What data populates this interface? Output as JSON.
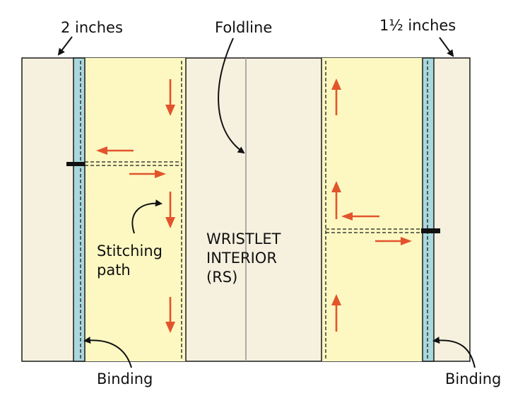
{
  "labels": {
    "two_inches": "2 inches",
    "foldline": "Foldline",
    "one_half_inches": "1½ inches",
    "stitching_path_1": "Stitching",
    "stitching_path_2": "path",
    "interior_1": "WRISTLET",
    "interior_2": "INTERIOR",
    "interior_3": "(RS)",
    "binding_left": "Binding",
    "binding_right": "Binding"
  },
  "colors": {
    "fabric": "#f6f1df",
    "stitch_zone": "#fdf8c2",
    "binding": "#a9d8de",
    "arrow": "#e2542c",
    "outline": "#1a1a1a",
    "foldline": "#9a9a9a"
  }
}
